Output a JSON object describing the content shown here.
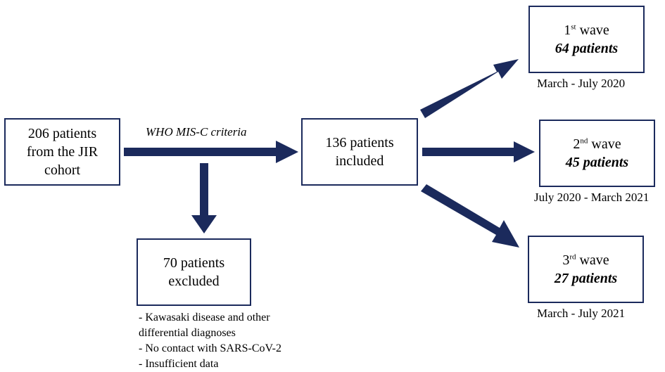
{
  "colors": {
    "arrow": "#1b2a5c",
    "border": "#1b2a5c"
  },
  "source_box": {
    "line1": "206 patients",
    "line2": "from the JIR",
    "line3": "cohort"
  },
  "criteria_label": "WHO MIS-C criteria",
  "included_box": {
    "line1": "136 patients",
    "line2": "included"
  },
  "excluded_box": {
    "line1": "70 patients",
    "line2": "excluded"
  },
  "exclusion_reasons": [
    "- Kawasaki disease and other",
    "differential diagnoses",
    "- No contact with SARS-CoV-2",
    "- Insufficient data"
  ],
  "waves": [
    {
      "ordinal": "1",
      "suffix": "st",
      "word": "wave",
      "patients": "64 patients",
      "period": "March - July 2020"
    },
    {
      "ordinal": "2",
      "suffix": "nd",
      "word": "wave",
      "patients": "45 patients",
      "period": "July 2020 - March 2021"
    },
    {
      "ordinal": "3",
      "suffix": "rd",
      "word": "wave",
      "patients": "27 patients",
      "period": "March - July 2021"
    }
  ]
}
